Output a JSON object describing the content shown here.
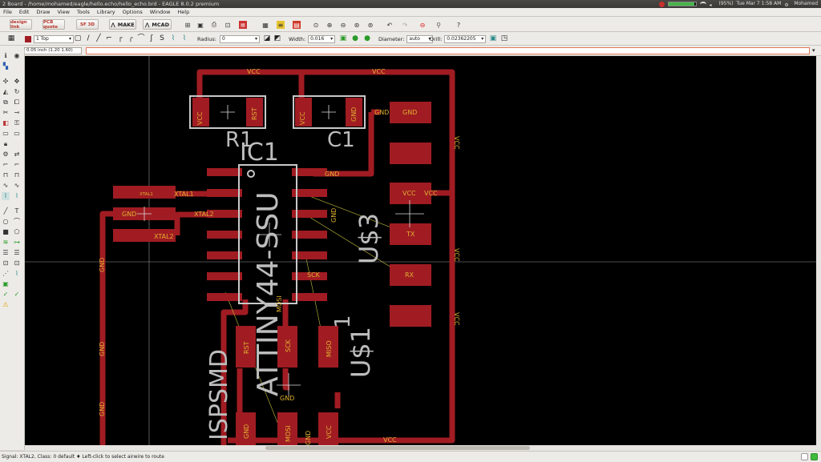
{
  "window": {
    "title": "2 Board - /home/mohamed/eagle/hello.echo/hello_echo.brd - EAGLE 8.0.2 premium",
    "tray": {
      "battery": "(95%)",
      "battery_level": 0.95,
      "clock": "Tue Mar 7 1:58 AM",
      "user": "Mohamed"
    }
  },
  "menu": [
    "File",
    "Edit",
    "Draw",
    "View",
    "Tools",
    "Library",
    "Options",
    "Window",
    "Help"
  ],
  "toolbar": {
    "app_buttons": [
      "design link",
      "PCB quote",
      "SF 3D",
      "MAKE",
      "MCAD"
    ],
    "icons": [
      "add-icon",
      "save-icon",
      "print-icon",
      "cam-icon",
      "layer-icon",
      "script-icon",
      "run-icon",
      "zoom-fit-icon",
      "zoom-in-icon",
      "zoom-out-icon",
      "zoom-select-icon",
      "redraw-icon",
      "undo-icon",
      "redo-icon",
      "stop-icon",
      "go-icon",
      "help-icon"
    ]
  },
  "params": {
    "layer": "1 Top",
    "radius_label": "Radius:",
    "radius": "0",
    "width_label": "Width:",
    "width": "0.016",
    "diameter_label": "Diameter:",
    "diameter": "auto",
    "drill_label": "Drill:",
    "drill": "0.02362205"
  },
  "command": {
    "coords": "0.05 inch (1.20 1.60)",
    "value": ""
  },
  "board": {
    "nets": [
      "VCC",
      "VCC",
      "VCC",
      "VCC",
      "VCC",
      "GND",
      "GND",
      "GND",
      "GND",
      "GND",
      "GND",
      "GND",
      "XTAL1",
      "XTAL2",
      "XTAL1",
      "XTAL2"
    ],
    "pads": [
      "VCC",
      "RST",
      "VCC",
      "GND",
      "GND",
      "VCC",
      "TX",
      "RX",
      "RST",
      "SCK",
      "MISO",
      "GND",
      "MOSI",
      "GND",
      "VCC",
      "SCK",
      "MOSI",
      "GND"
    ],
    "parts": [
      "R1",
      "C1",
      "IC1",
      "ATTINY44-SSU",
      "U$3",
      "U$1",
      "ISPSMD",
      "1"
    ],
    "colors": {
      "copper": "#a01c22",
      "silk": "#c8c8c8",
      "label": "#e0b030",
      "bg": "#000000"
    }
  },
  "status": {
    "text": "Signal: XTAL2, Class: 0 default  ♦ Left-click to select airwire to route"
  }
}
